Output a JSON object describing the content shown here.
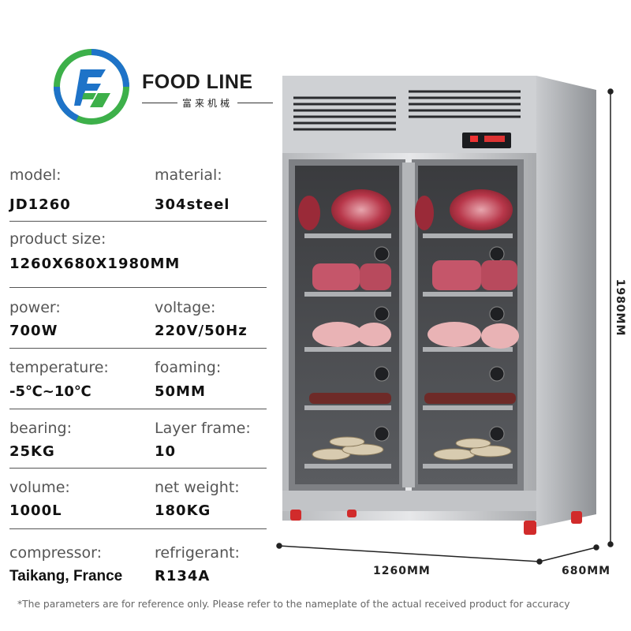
{
  "brand": {
    "name": "FOOD LINE",
    "subtitle": "富来机械",
    "colors": {
      "green": "#3db04a",
      "blue": "#1e73c8"
    }
  },
  "specs": [
    {
      "left": {
        "label": "model:",
        "value": "JD1260"
      },
      "right": {
        "label": "material:",
        "value": "304steel"
      }
    },
    {
      "left": {
        "label": "product size:",
        "value": "1260X680X1980MM"
      }
    },
    {
      "left": {
        "label": "power:",
        "value": "700W"
      },
      "right": {
        "label": "voltage:",
        "value": "220V/50Hz"
      }
    },
    {
      "left": {
        "label": "temperature:",
        "value": "-5℃~10℃"
      },
      "right": {
        "label": "foaming:",
        "value": "50MM"
      }
    },
    {
      "left": {
        "label": "bearing:",
        "value": "25KG"
      },
      "right": {
        "label": "Layer frame:",
        "value": "10"
      }
    },
    {
      "left": {
        "label": "volume:",
        "value": "1000L"
      },
      "right": {
        "label": "net weight:",
        "value": "180KG"
      }
    },
    {
      "left": {
        "label": "compressor:",
        "value": "Taikang, France"
      },
      "right": {
        "label": "refrigerant:",
        "value": "R134A"
      }
    }
  ],
  "dimensions": {
    "height": "1980MM",
    "width": "1260MM",
    "depth": "680MM"
  },
  "footnote": "*The parameters are for reference only. Please refer to the nameplate of the actual received product for accuracy"
}
